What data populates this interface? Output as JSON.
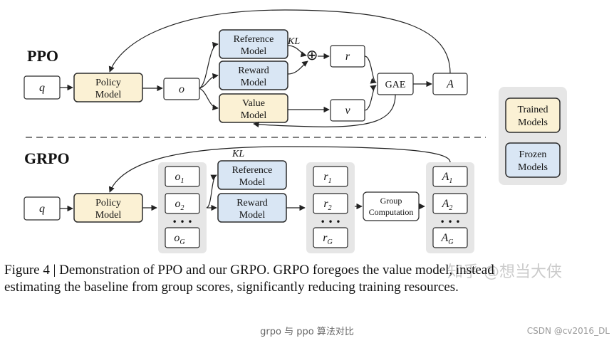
{
  "ppo": {
    "title": "PPO",
    "q": "q",
    "policy_model": [
      "Policy",
      "Model"
    ],
    "o": "o",
    "reference_model": [
      "Reference",
      "Model"
    ],
    "reward_model": [
      "Reward",
      "Model"
    ],
    "value_model": [
      "Value",
      "Model"
    ],
    "kl": "KL",
    "oplus": "⊕",
    "r": "r",
    "v": "v",
    "gae": "GAE",
    "a": "A"
  },
  "grpo": {
    "title": "GRPO",
    "q": "q",
    "policy_model": [
      "Policy",
      "Model"
    ],
    "kl": "KL",
    "outputs": [
      {
        "base": "o",
        "sub": "1"
      },
      {
        "base": "o",
        "sub": "2"
      },
      {
        "base": "o",
        "sub": "G"
      }
    ],
    "reference_model": [
      "Reference",
      "Model"
    ],
    "reward_model": [
      "Reward",
      "Model"
    ],
    "rewards": [
      {
        "base": "r",
        "sub": "1"
      },
      {
        "base": "r",
        "sub": "2"
      },
      {
        "base": "r",
        "sub": "G"
      }
    ],
    "group_computation": [
      "Group",
      "Computation"
    ],
    "advantages": [
      {
        "base": "A",
        "sub": "1"
      },
      {
        "base": "A",
        "sub": "2"
      },
      {
        "base": "A",
        "sub": "G"
      }
    ],
    "ellipsis": "• • •"
  },
  "legend": {
    "trained": [
      "Trained",
      "Models"
    ],
    "frozen": [
      "Frozen",
      "Models"
    ]
  },
  "caption": {
    "line1": "Figure 4 | Demonstration of PPO and our GRPO. GRPO foregoes the value model, instead",
    "line2": "estimating the baseline from group scores, significantly reducing training resources."
  },
  "footer": "grpo 与 ppo 算法对比",
  "watermark": "CSDN @cv2016_DL",
  "overlay_watermark": "知乎 @想当大侠",
  "colors": {
    "trained_fill": "#fbf1d4",
    "frozen_fill": "#d9e6f4",
    "box_stroke": "#2b2b2b",
    "group_bg": "#e6e6e6"
  }
}
